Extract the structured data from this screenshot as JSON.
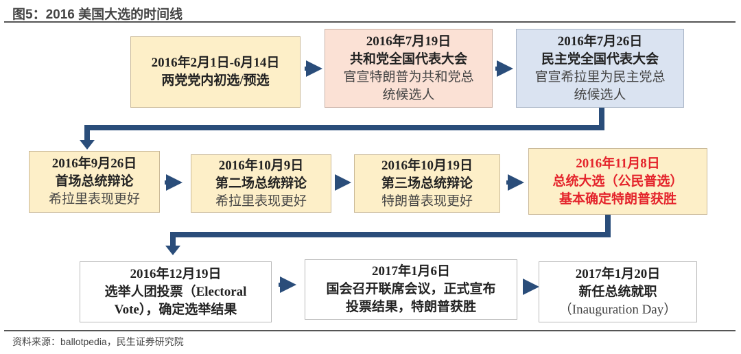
{
  "title": "图5：2016 美国大选的时间线",
  "footer": "资料来源：ballotpedia，民生证券研究院",
  "colors": {
    "arrow": "#2a4d7a",
    "highlight": "#e4232b"
  },
  "events": [
    {
      "lines": [
        "2016年2月1日-6月14日",
        "两党党内初选/预选"
      ]
    },
    {
      "lines": [
        "2016年7月19日",
        "共和党全国代表大会",
        "官宣特朗普为共和党总",
        "统候选人"
      ]
    },
    {
      "lines": [
        "2016年7月26日",
        "民主党全国代表大会",
        "官宣希拉里为民主党总",
        "统候选人"
      ]
    },
    {
      "lines": [
        "2016年9月26日",
        "首场总统辩论",
        "希拉里表现更好"
      ]
    },
    {
      "lines": [
        "2016年10月9日",
        "第二场总统辩论",
        "希拉里表现更好"
      ]
    },
    {
      "lines": [
        "2016年10月19日",
        "第三场总统辩论",
        "特朗普表现更好"
      ]
    },
    {
      "lines": [
        "2016年11月8日",
        "总统大选（公民普选）",
        "基本确定特朗普获胜"
      ]
    },
    {
      "lines": [
        "2016年12月19日",
        "选举人团投票（Electoral",
        "Vote），确定选举结果"
      ]
    },
    {
      "lines": [
        "2017年1月6日",
        "国会召开联席会议，正式宣布",
        "投票结果，特朗普获胜"
      ]
    },
    {
      "lines": [
        "2017年1月20日",
        "新任总统就职",
        "（Inauguration Day）"
      ]
    }
  ]
}
